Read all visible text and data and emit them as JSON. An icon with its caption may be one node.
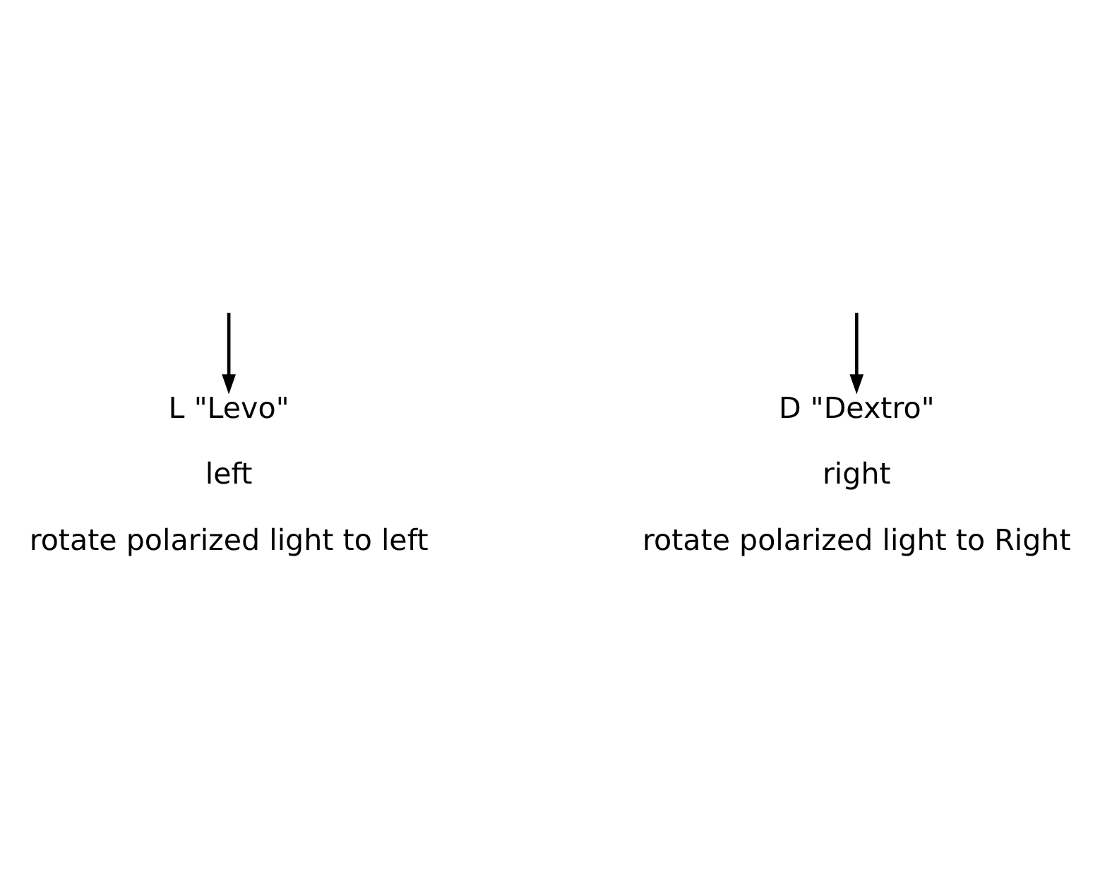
{
  "diagram": {
    "nodes": [
      {
        "text": [
          "L \"Levo\"",
          "left",
          "rotate polarized light to left"
        ]
      },
      {
        "text": [
          "D \"Dextro\"",
          "right",
          "rotate polarized light to Right"
        ]
      }
    ],
    "edges": [
      {
        "from": null,
        "to": 0,
        "arrow": "to"
      },
      {
        "from": null,
        "to": 1,
        "arrow": "to"
      }
    ]
  }
}
